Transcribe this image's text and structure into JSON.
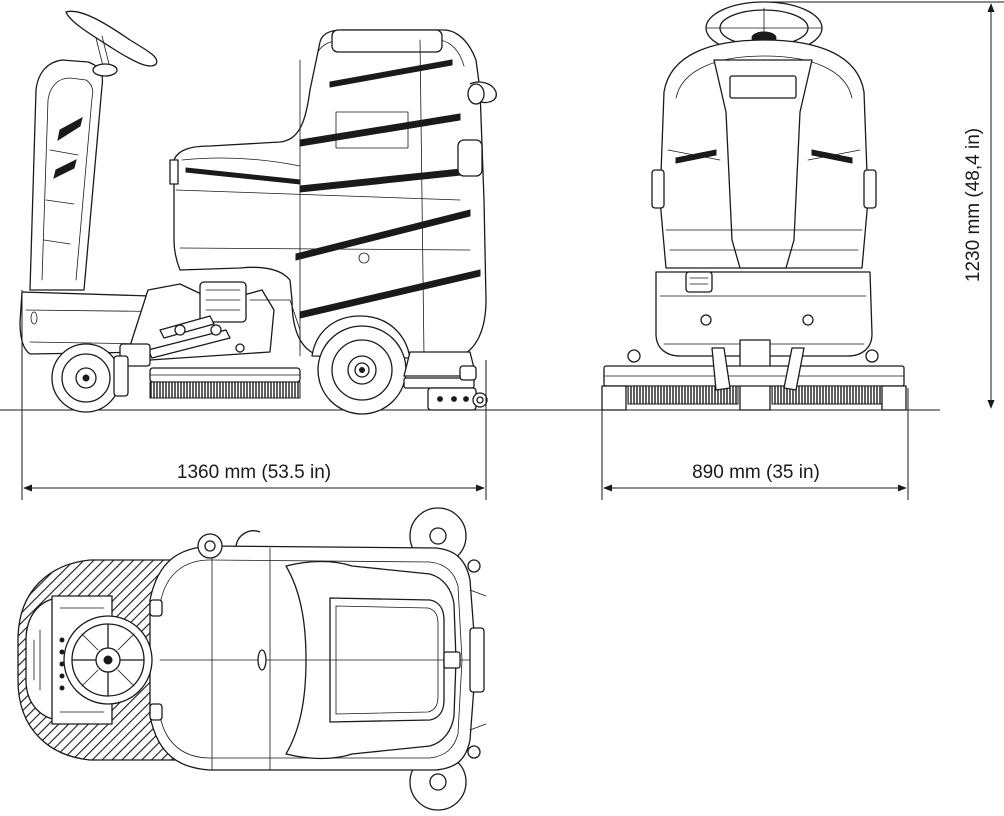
{
  "dimensions": {
    "length": "1360 mm (53.5 in)",
    "width": "890 mm (35 in)",
    "height": "1230 mm (48,4 in)"
  },
  "views": [
    "side",
    "front",
    "top"
  ],
  "icons": {
    "machine": "floor-scrubber-dryer-icon",
    "wheel": "wheel-icon",
    "brush": "brush-icon",
    "steering": "steering-wheel-icon"
  },
  "colors": {
    "line": "#1a1a1a",
    "background": "#ffffff",
    "hatch": "#1a1a1a"
  }
}
